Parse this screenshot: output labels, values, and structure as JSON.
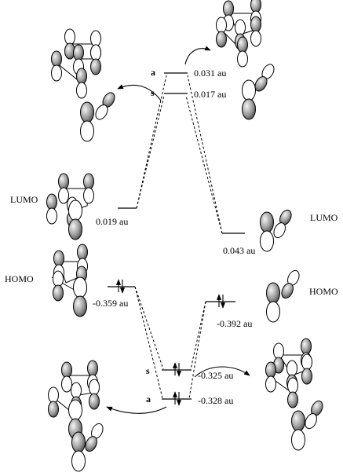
{
  "labels": {
    "a_top": "a",
    "s_top": "s",
    "s_bottom": "s",
    "a_bottom": "a",
    "lumo_left": "LUMO",
    "homo_left": "HOMO",
    "lumo_right": "LUMO",
    "homo_right": "HOMO"
  },
  "energies": {
    "a_top": "0.031 au",
    "s_top": "0.017 au",
    "lumo_left": "0.019 au",
    "homo_left": "-0.359 au",
    "lumo_right": "0.043 au",
    "homo_right": "-0.392 au",
    "s_bottom": "-0.325 au",
    "a_bottom": "-0.328 au"
  },
  "colors": {
    "line": "#000000",
    "lobe_shade": "#8c8c8c",
    "background": "#ffffff"
  }
}
